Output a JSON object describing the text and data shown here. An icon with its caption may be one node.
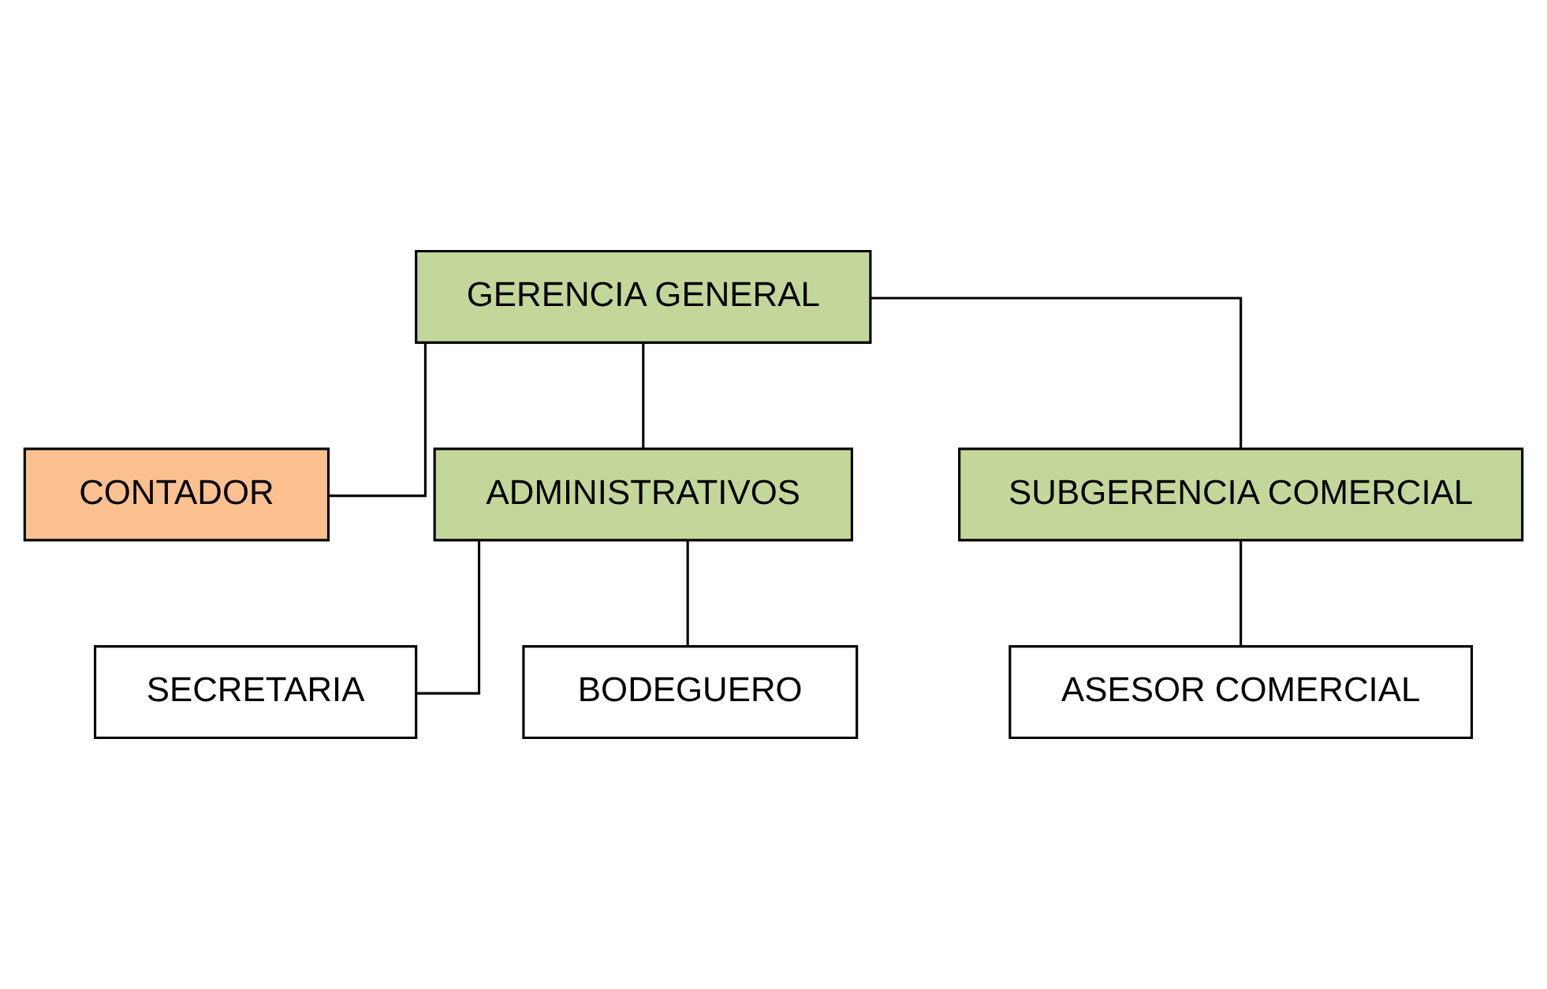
{
  "diagram": {
    "nodes": [
      {
        "text": [
          "GERENCIA GENERAL"
        ]
      },
      {
        "text": [
          "CONTADOR"
        ]
      },
      {
        "text": [
          "ADMINISTRATIVOS"
        ]
      },
      {
        "text": [
          "SUBGERENCIA COMERCIAL"
        ]
      },
      {
        "text": [
          "SECRETARIA"
        ]
      },
      {
        "text": [
          "BODEGUERO"
        ]
      },
      {
        "text": [
          "ASESOR COMERCIAL"
        ]
      }
    ],
    "edges": [
      {
        "from": 0,
        "to": 1,
        "arrow": "none"
      },
      {
        "from": 0,
        "to": 2,
        "arrow": "none"
      },
      {
        "from": 0,
        "to": 3,
        "arrow": "none"
      },
      {
        "from": 2,
        "to": 4,
        "arrow": "none"
      },
      {
        "from": 2,
        "to": 5,
        "arrow": "none"
      },
      {
        "from": 3,
        "to": 6,
        "arrow": "none"
      }
    ]
  }
}
